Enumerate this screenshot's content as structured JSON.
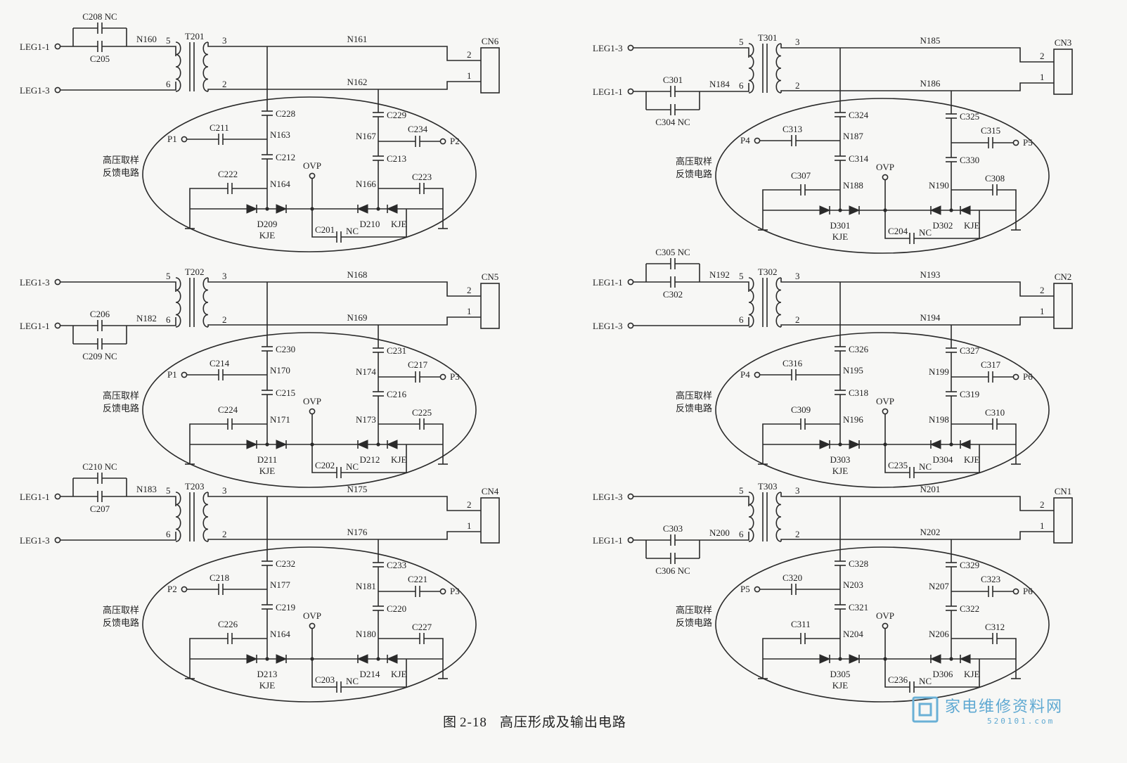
{
  "caption": {
    "prefix": "图",
    "number": "2-18",
    "title": "高压形成及输出电路"
  },
  "logo": {
    "title": "家电维修资料网",
    "url": "520101.com"
  },
  "feedback_label": [
    "高压取样",
    "反馈电路"
  ],
  "ovp_label": "OVP",
  "circuits": [
    {
      "id": "T201",
      "transformer": "T201",
      "primary": [
        {
          "label": "LEG1-1",
          "pin": "5"
        },
        {
          "label": "LEG1-3",
          "pin": "6"
        }
      ],
      "primary_node": "N160",
      "primary_node_pin": "5",
      "primary_caps": [
        {
          "name": "C208",
          "nc": "NC"
        },
        {
          "name": "C205",
          "nc": ""
        }
      ],
      "top_node": "N161",
      "bottom_node": "N162",
      "connector": "CN6",
      "conn_pins": [
        "2",
        "1"
      ],
      "sec_pins": [
        "3",
        "2"
      ],
      "left_chain": {
        "c1": "C228",
        "n1": "N163",
        "c2": "C212",
        "n2": "N164",
        "side_cap": "C222",
        "diode": [
          "D209",
          "KJE"
        ],
        "probe": "P1",
        "probe_cap": "C211"
      },
      "right_chain": {
        "c1": "C229",
        "n1": "N167",
        "c2": "C213",
        "n2": "N166",
        "side_cap": "C223",
        "diode": [
          "D210",
          "KJE"
        ],
        "probe": "P2",
        "probe_cap": "C234"
      },
      "bottom_cap": {
        "name": "C201",
        "nc": "NC"
      }
    },
    {
      "id": "T202",
      "transformer": "T202",
      "primary": [
        {
          "label": "LEG1-3",
          "pin": "5"
        },
        {
          "label": "LEG1-1",
          "pin": "6"
        }
      ],
      "primary_node": "N182",
      "primary_node_pin": "6",
      "primary_caps": [
        {
          "name": "C206",
          "nc": ""
        },
        {
          "name": "C209",
          "nc": "NC"
        }
      ],
      "top_node": "N168",
      "bottom_node": "N169",
      "connector": "CN5",
      "conn_pins": [
        "2",
        "1"
      ],
      "sec_pins": [
        "3",
        "2"
      ],
      "left_chain": {
        "c1": "C230",
        "n1": "N170",
        "c2": "C215",
        "n2": "N171",
        "side_cap": "C224",
        "diode": [
          "D211",
          "KJE"
        ],
        "probe": "P1",
        "probe_cap": "C214"
      },
      "right_chain": {
        "c1": "C231",
        "n1": "N174",
        "c2": "C216",
        "n2": "N173",
        "side_cap": "C225",
        "diode": [
          "D212",
          "KJE"
        ],
        "probe": "P3",
        "probe_cap": "C217"
      },
      "bottom_cap": {
        "name": "C202",
        "nc": "NC"
      }
    },
    {
      "id": "T203",
      "transformer": "T203",
      "primary": [
        {
          "label": "LEG1-1",
          "pin": "5"
        },
        {
          "label": "LEG1-3",
          "pin": "6"
        }
      ],
      "primary_node": "N183",
      "primary_node_pin": "5",
      "primary_caps": [
        {
          "name": "C210",
          "nc": "NC"
        },
        {
          "name": "C207",
          "nc": ""
        }
      ],
      "top_node": "N175",
      "bottom_node": "N176",
      "connector": "CN4",
      "conn_pins": [
        "2",
        "1"
      ],
      "sec_pins": [
        "3",
        "2"
      ],
      "left_chain": {
        "c1": "C232",
        "n1": "N177",
        "c2": "C219",
        "n2": "N164",
        "side_cap": "C226",
        "diode": [
          "D213",
          "KJE"
        ],
        "probe": "P2",
        "probe_cap": "C218"
      },
      "right_chain": {
        "c1": "C233",
        "n1": "N181",
        "c2": "C220",
        "n2": "N180",
        "side_cap": "C227",
        "diode": [
          "D214",
          "KJE"
        ],
        "probe": "P3",
        "probe_cap": "C221"
      },
      "bottom_cap": {
        "name": "C203",
        "nc": "NC"
      }
    },
    {
      "id": "T301",
      "transformer": "T301",
      "primary": [
        {
          "label": "LEG1-3",
          "pin": "5"
        },
        {
          "label": "LEG1-1",
          "pin": "6"
        }
      ],
      "primary_node": "N184",
      "primary_node_pin": "6",
      "primary_caps": [
        {
          "name": "C301",
          "nc": ""
        },
        {
          "name": "C304",
          "nc": "NC"
        }
      ],
      "top_node": "N185",
      "bottom_node": "N186",
      "connector": "CN3",
      "conn_pins": [
        "2",
        "1"
      ],
      "sec_pins": [
        "3",
        "2"
      ],
      "left_chain": {
        "c1": "C324",
        "n1": "N187",
        "c2": "C314",
        "n2": "N188",
        "side_cap": "C307",
        "diode": [
          "D301",
          "KJE"
        ],
        "probe": "P4",
        "probe_cap": "C313"
      },
      "right_chain": {
        "c1": "C325",
        "n1": "",
        "c2": "C330",
        "n2": "N190",
        "side_cap": "C308",
        "diode": [
          "D302",
          "KJE"
        ],
        "probe": "P5",
        "probe_cap": "C315"
      },
      "bottom_cap": {
        "name": "C204",
        "nc": "NC"
      }
    },
    {
      "id": "T302",
      "transformer": "T302",
      "primary": [
        {
          "label": "LEG1-1",
          "pin": "5"
        },
        {
          "label": "LEG1-3",
          "pin": "6"
        }
      ],
      "primary_node": "N192",
      "primary_node_pin": "5",
      "primary_caps": [
        {
          "name": "C305",
          "nc": "NC"
        },
        {
          "name": "C302",
          "nc": ""
        }
      ],
      "top_node": "N193",
      "bottom_node": "N194",
      "connector": "CN2",
      "conn_pins": [
        "2",
        "1"
      ],
      "sec_pins": [
        "3",
        "2"
      ],
      "left_chain": {
        "c1": "C326",
        "n1": "N195",
        "c2": "C318",
        "n2": "N196",
        "side_cap": "C309",
        "diode": [
          "D303",
          "KJE"
        ],
        "probe": "P4",
        "probe_cap": "C316"
      },
      "right_chain": {
        "c1": "C327",
        "n1": "N199",
        "c2": "C319",
        "n2": "N198",
        "side_cap": "C310",
        "diode": [
          "D304",
          "KJE"
        ],
        "probe": "P6",
        "probe_cap": "C317"
      },
      "bottom_cap": {
        "name": "C235",
        "nc": "NC"
      }
    },
    {
      "id": "T303",
      "transformer": "T303",
      "primary": [
        {
          "label": "LEG1-3",
          "pin": "5"
        },
        {
          "label": "LEG1-1",
          "pin": "6"
        }
      ],
      "primary_node": "N200",
      "primary_node_pin": "6",
      "primary_caps": [
        {
          "name": "C303",
          "nc": ""
        },
        {
          "name": "C306",
          "nc": "NC"
        }
      ],
      "top_node": "N201",
      "bottom_node": "N202",
      "connector": "CN1",
      "conn_pins": [
        "2",
        "1"
      ],
      "sec_pins": [
        "3",
        "2"
      ],
      "left_chain": {
        "c1": "C328",
        "n1": "N203",
        "c2": "C321",
        "n2": "N204",
        "side_cap": "C311",
        "diode": [
          "D305",
          "KJE"
        ],
        "probe": "P5",
        "probe_cap": "C320"
      },
      "right_chain": {
        "c1": "C329",
        "n1": "N207",
        "c2": "C322",
        "n2": "N206",
        "side_cap": "C312",
        "diode": [
          "D306",
          "KJE"
        ],
        "probe": "P6",
        "probe_cap": "C323"
      },
      "bottom_cap": {
        "name": "C236",
        "nc": "NC"
      }
    }
  ]
}
